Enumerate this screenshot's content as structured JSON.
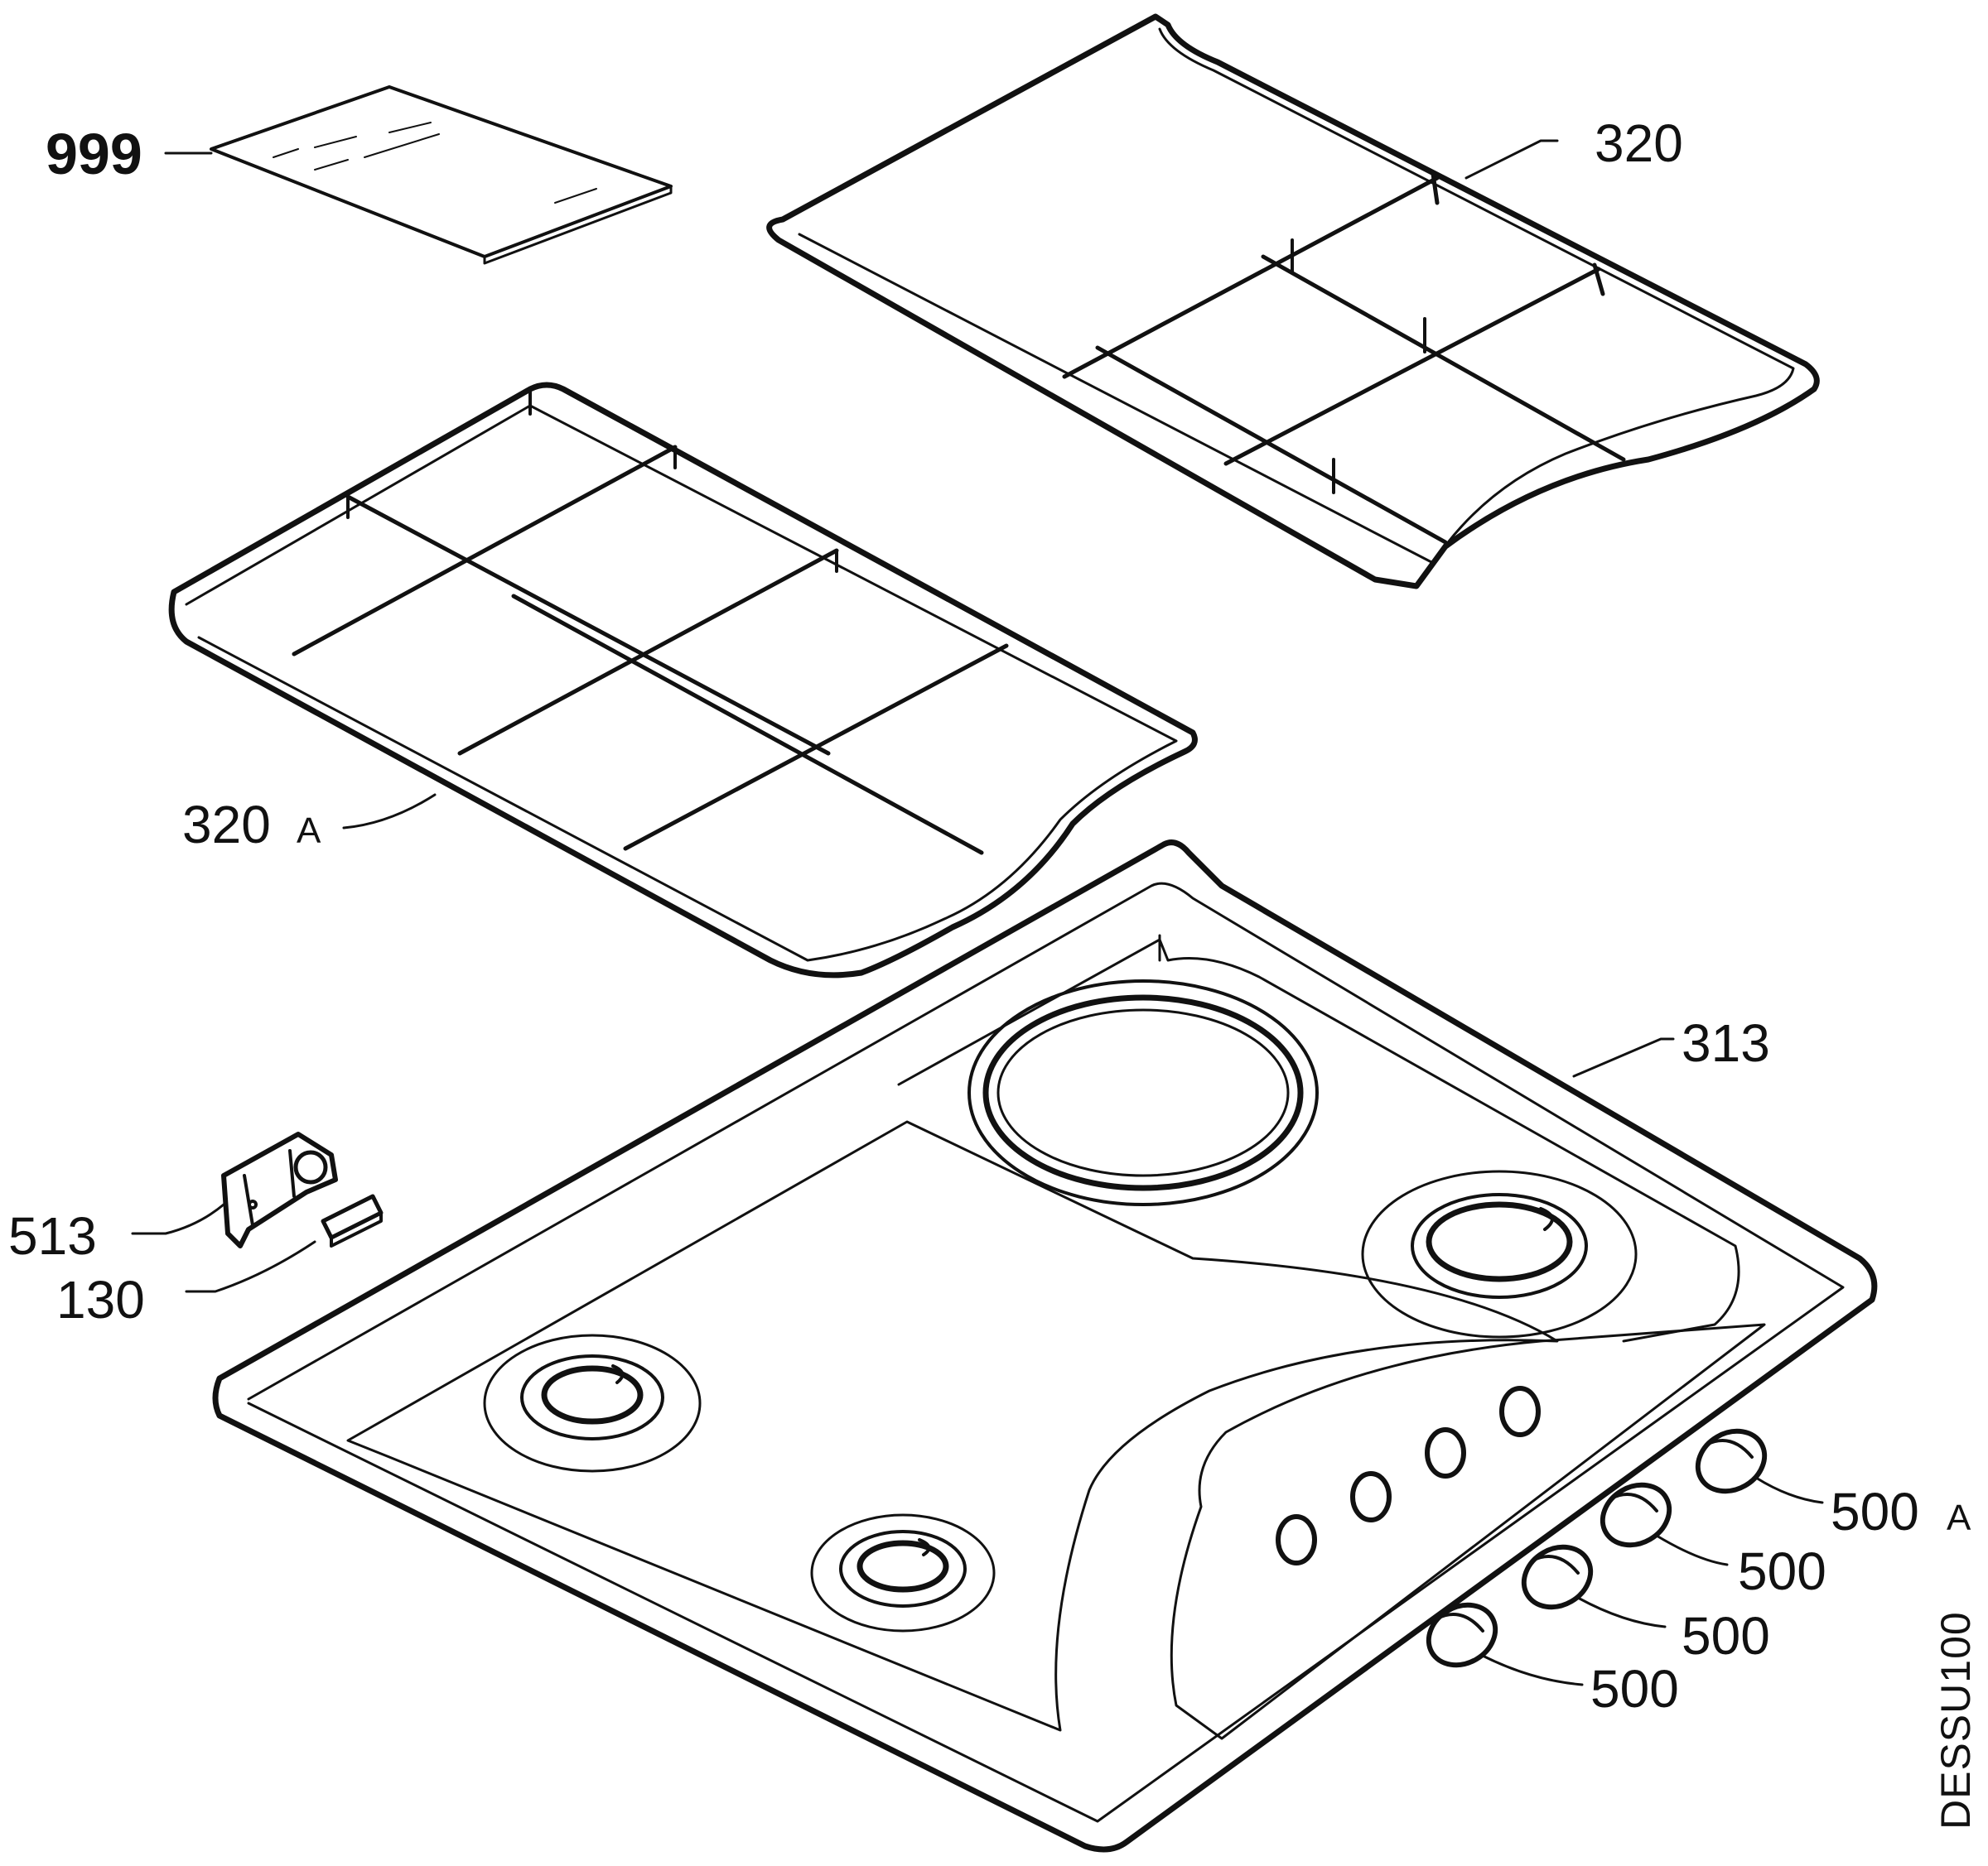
{
  "colors": {
    "ink": "#111111",
    "paper": "#ffffff"
  },
  "parts": {
    "manual": "999",
    "grid_right": "320",
    "grid_left": "320",
    "grid_left_suffix": "A",
    "hob_top": "313",
    "clip": "513",
    "clip_piece": "130",
    "knob_a": "500",
    "knob_a_suffix": "A",
    "knob_1": "500",
    "knob_2": "500",
    "knob_3": "500"
  },
  "drawing_code": "DESSU100"
}
